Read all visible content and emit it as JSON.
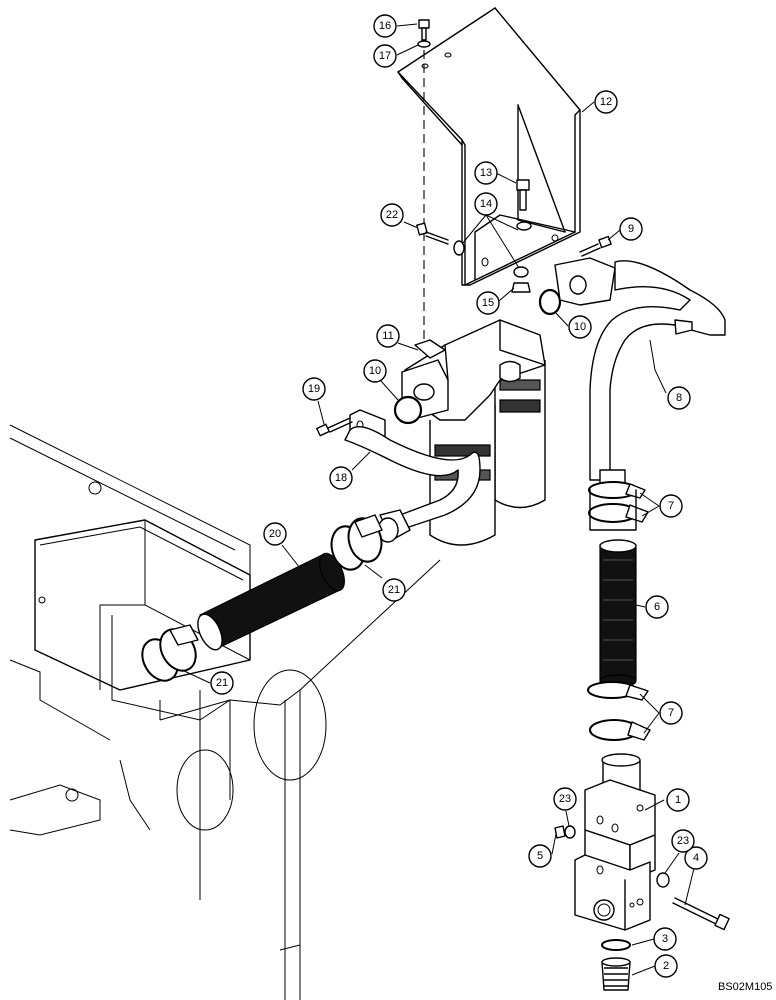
{
  "diagram": {
    "reference_code": "BS02M105",
    "callouts": [
      {
        "label": "1"
      },
      {
        "label": "2"
      },
      {
        "label": "3"
      },
      {
        "label": "4"
      },
      {
        "label": "5"
      },
      {
        "label": "6"
      },
      {
        "label": "7"
      },
      {
        "label": "7"
      },
      {
        "label": "8"
      },
      {
        "label": "9"
      },
      {
        "label": "10"
      },
      {
        "label": "10"
      },
      {
        "label": "11"
      },
      {
        "label": "12"
      },
      {
        "label": "13"
      },
      {
        "label": "14"
      },
      {
        "label": "15"
      },
      {
        "label": "16"
      },
      {
        "label": "17"
      },
      {
        "label": "18"
      },
      {
        "label": "19"
      },
      {
        "label": "20"
      },
      {
        "label": "21"
      },
      {
        "label": "21"
      },
      {
        "label": "22"
      },
      {
        "label": "23"
      },
      {
        "label": "23"
      }
    ]
  }
}
